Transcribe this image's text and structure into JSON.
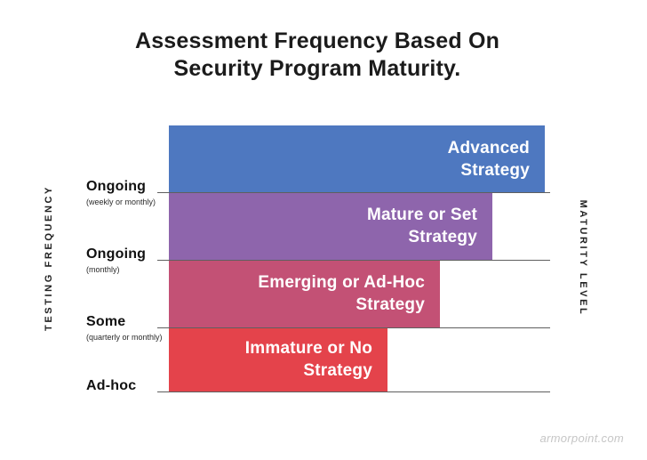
{
  "title": "Assessment Frequency Based On\nSecurity Program Maturity.",
  "watermark": "armorpoint.com",
  "axes": {
    "left_title": "TESTING FREQUENCY",
    "right_title": "MATURITY LEVEL"
  },
  "chart_data": {
    "type": "bar",
    "orientation": "horizontal",
    "title": "Assessment Frequency Based On Security Program Maturity.",
    "xlabel": "MATURITY LEVEL",
    "ylabel": "TESTING FREQUENCY",
    "categories": [
      "Ongoing",
      "Ongoing",
      "Some",
      "Ad-hoc"
    ],
    "category_sublabels": [
      "(weekly or monthly)",
      "(monthly)",
      "(quarterly or monthly)",
      ""
    ],
    "series": [
      {
        "name": "Security program maturity (bar length = maturity level)",
        "values": [
          4,
          3,
          2,
          1
        ],
        "labels": [
          "Advanced\nStrategy",
          "Mature or Set\nStrategy",
          "Emerging or Ad-Hoc\nStrategy",
          "Immature or No\nStrategy"
        ],
        "colors": [
          "#4e78c0",
          "#8e65ac",
          "#c35175",
          "#e4434b"
        ]
      }
    ],
    "value_range": [
      0,
      4
    ],
    "grid": "horizontal line under each bar",
    "legend": "none"
  },
  "colors": {
    "background": "#ffffff",
    "gridline": "#5f5f5f",
    "title_text": "#1b1b1b",
    "bar_label_text": "#ffffff",
    "watermark_text": "#c6c6c6"
  }
}
